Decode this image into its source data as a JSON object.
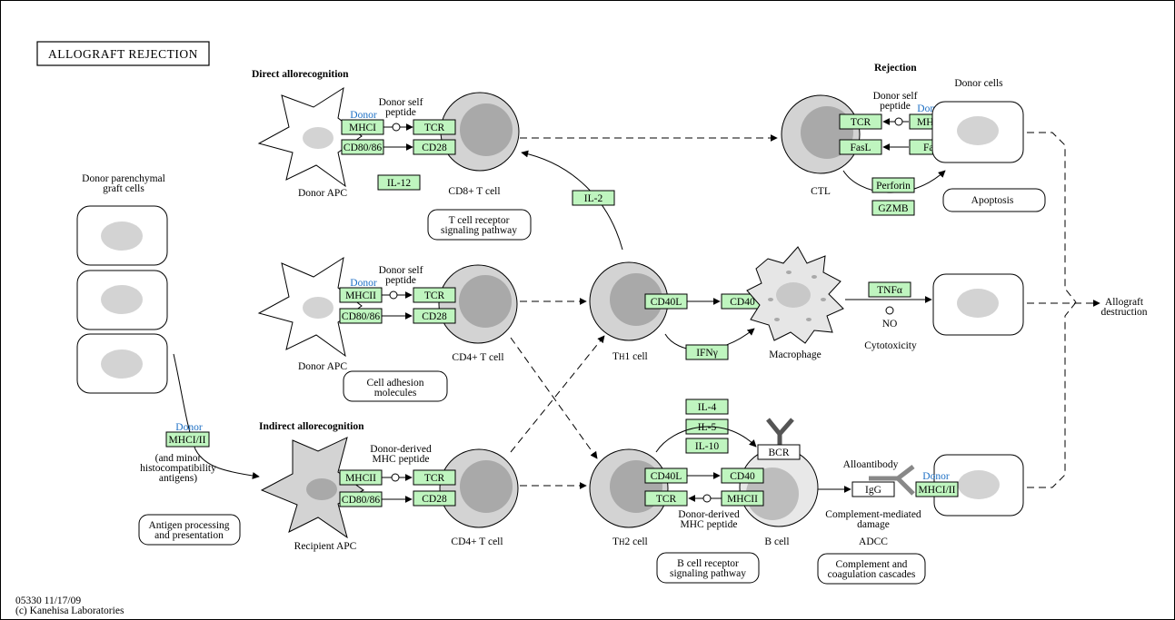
{
  "title": "ALLOGRAFT  REJECTION",
  "footer": {
    "line1": "05330 11/17/09",
    "line2": "(c) Kanehisa Laboratories"
  },
  "section_labels": {
    "direct": "Direct allorecognition",
    "indirect": "Indirect allorecognition",
    "rejection": "Rejection"
  },
  "cells": {
    "donor_parenchymal": [
      "Donor parenchymal",
      "graft cells"
    ],
    "donor_apc_1": "Donor APC",
    "donor_apc_2": "Donor APC",
    "recipient_apc": "Recipient APC",
    "cd8_t": "CD8+ T cell",
    "cd4_t_1": "CD4+ T cell",
    "cd4_t_2": "CD4+ T cell",
    "th1_main": "T",
    "th1_sub": "H",
    "th1_rest": "1 cell",
    "th2_main": "T",
    "th2_sub": "H",
    "th2_rest": "2 cell",
    "b_cell": "B cell",
    "macrophage": "Macrophage",
    "ctl": "CTL",
    "donor_cells": "Donor cells"
  },
  "texts": {
    "donor_self_peptide_1": [
      "Donor self",
      "peptide"
    ],
    "donor_self_peptide_2": [
      "Donor self",
      "peptide"
    ],
    "donor_self_peptide_3": [
      "Donor self",
      "peptide"
    ],
    "donor_derived_1": [
      "Donor-derived",
      "MHC peptide"
    ],
    "donor_derived_2": [
      "Donor-derived",
      "MHC peptide"
    ],
    "minor_antigens": [
      "(and minor",
      "histocompatibility",
      "antigens)"
    ],
    "no": "NO",
    "cytotoxicity": "Cytotoxicity",
    "alloantibody": "Alloantibody",
    "complement_damage": [
      "Complement-mediated",
      "damage"
    ],
    "adcc": "ADCC",
    "allograft_destruction": [
      "Allograft",
      "destruction"
    ],
    "donor": "Donor"
  },
  "genes": {
    "mhci_1": "MHCI",
    "cd80_86_1": "CD80/86",
    "tcr_1": "TCR",
    "cd28_1": "CD28",
    "il12": "IL-12",
    "mhcii_1": "MHCII",
    "cd80_86_2": "CD80/86",
    "tcr_2": "TCR",
    "cd28_2": "CD28",
    "mhcii_2": "MHCII",
    "cd80_86_3": "CD80/86",
    "tcr_3": "TCR",
    "cd28_3": "CD28",
    "mhci_ii_1": "MHCI/II",
    "il2": "IL-2",
    "cd40l_1": "CD40L",
    "cd40_1": "CD40",
    "ifng": "IFNγ",
    "il4": "IL-4",
    "il5": "IL-5",
    "il10": "IL-10",
    "bcr": "BCR",
    "cd40l_2": "CD40L",
    "cd40_2": "CD40",
    "tcr_4": "TCR",
    "mhcii_3": "MHCII",
    "igg": "IgG",
    "mhci_ii_2": "MHCI/II",
    "tcr_5": "TCR",
    "mhci_2": "MHCI",
    "fasl": "FasL",
    "fas": "Fas",
    "perforin": "Perforin",
    "gzmb": "GZMB",
    "tnfa": "TNFα"
  },
  "pathways": {
    "tcr_pathway": [
      "T cell receptor",
      "signaling pathway"
    ],
    "cell_adhesion": [
      "Cell adhesion",
      "molecules"
    ],
    "antigen_processing": [
      "Antigen processing",
      "and presentation"
    ],
    "bcr_pathway": [
      "B cell receptor",
      "signaling pathway"
    ],
    "complement": [
      "Complement and",
      "coagulation cascades"
    ],
    "apoptosis": "Apoptosis"
  },
  "colors": {
    "gene_fill": "#bff5bf",
    "donor_text": "#1c6fc4",
    "nucleus": "#a9a9a9"
  }
}
